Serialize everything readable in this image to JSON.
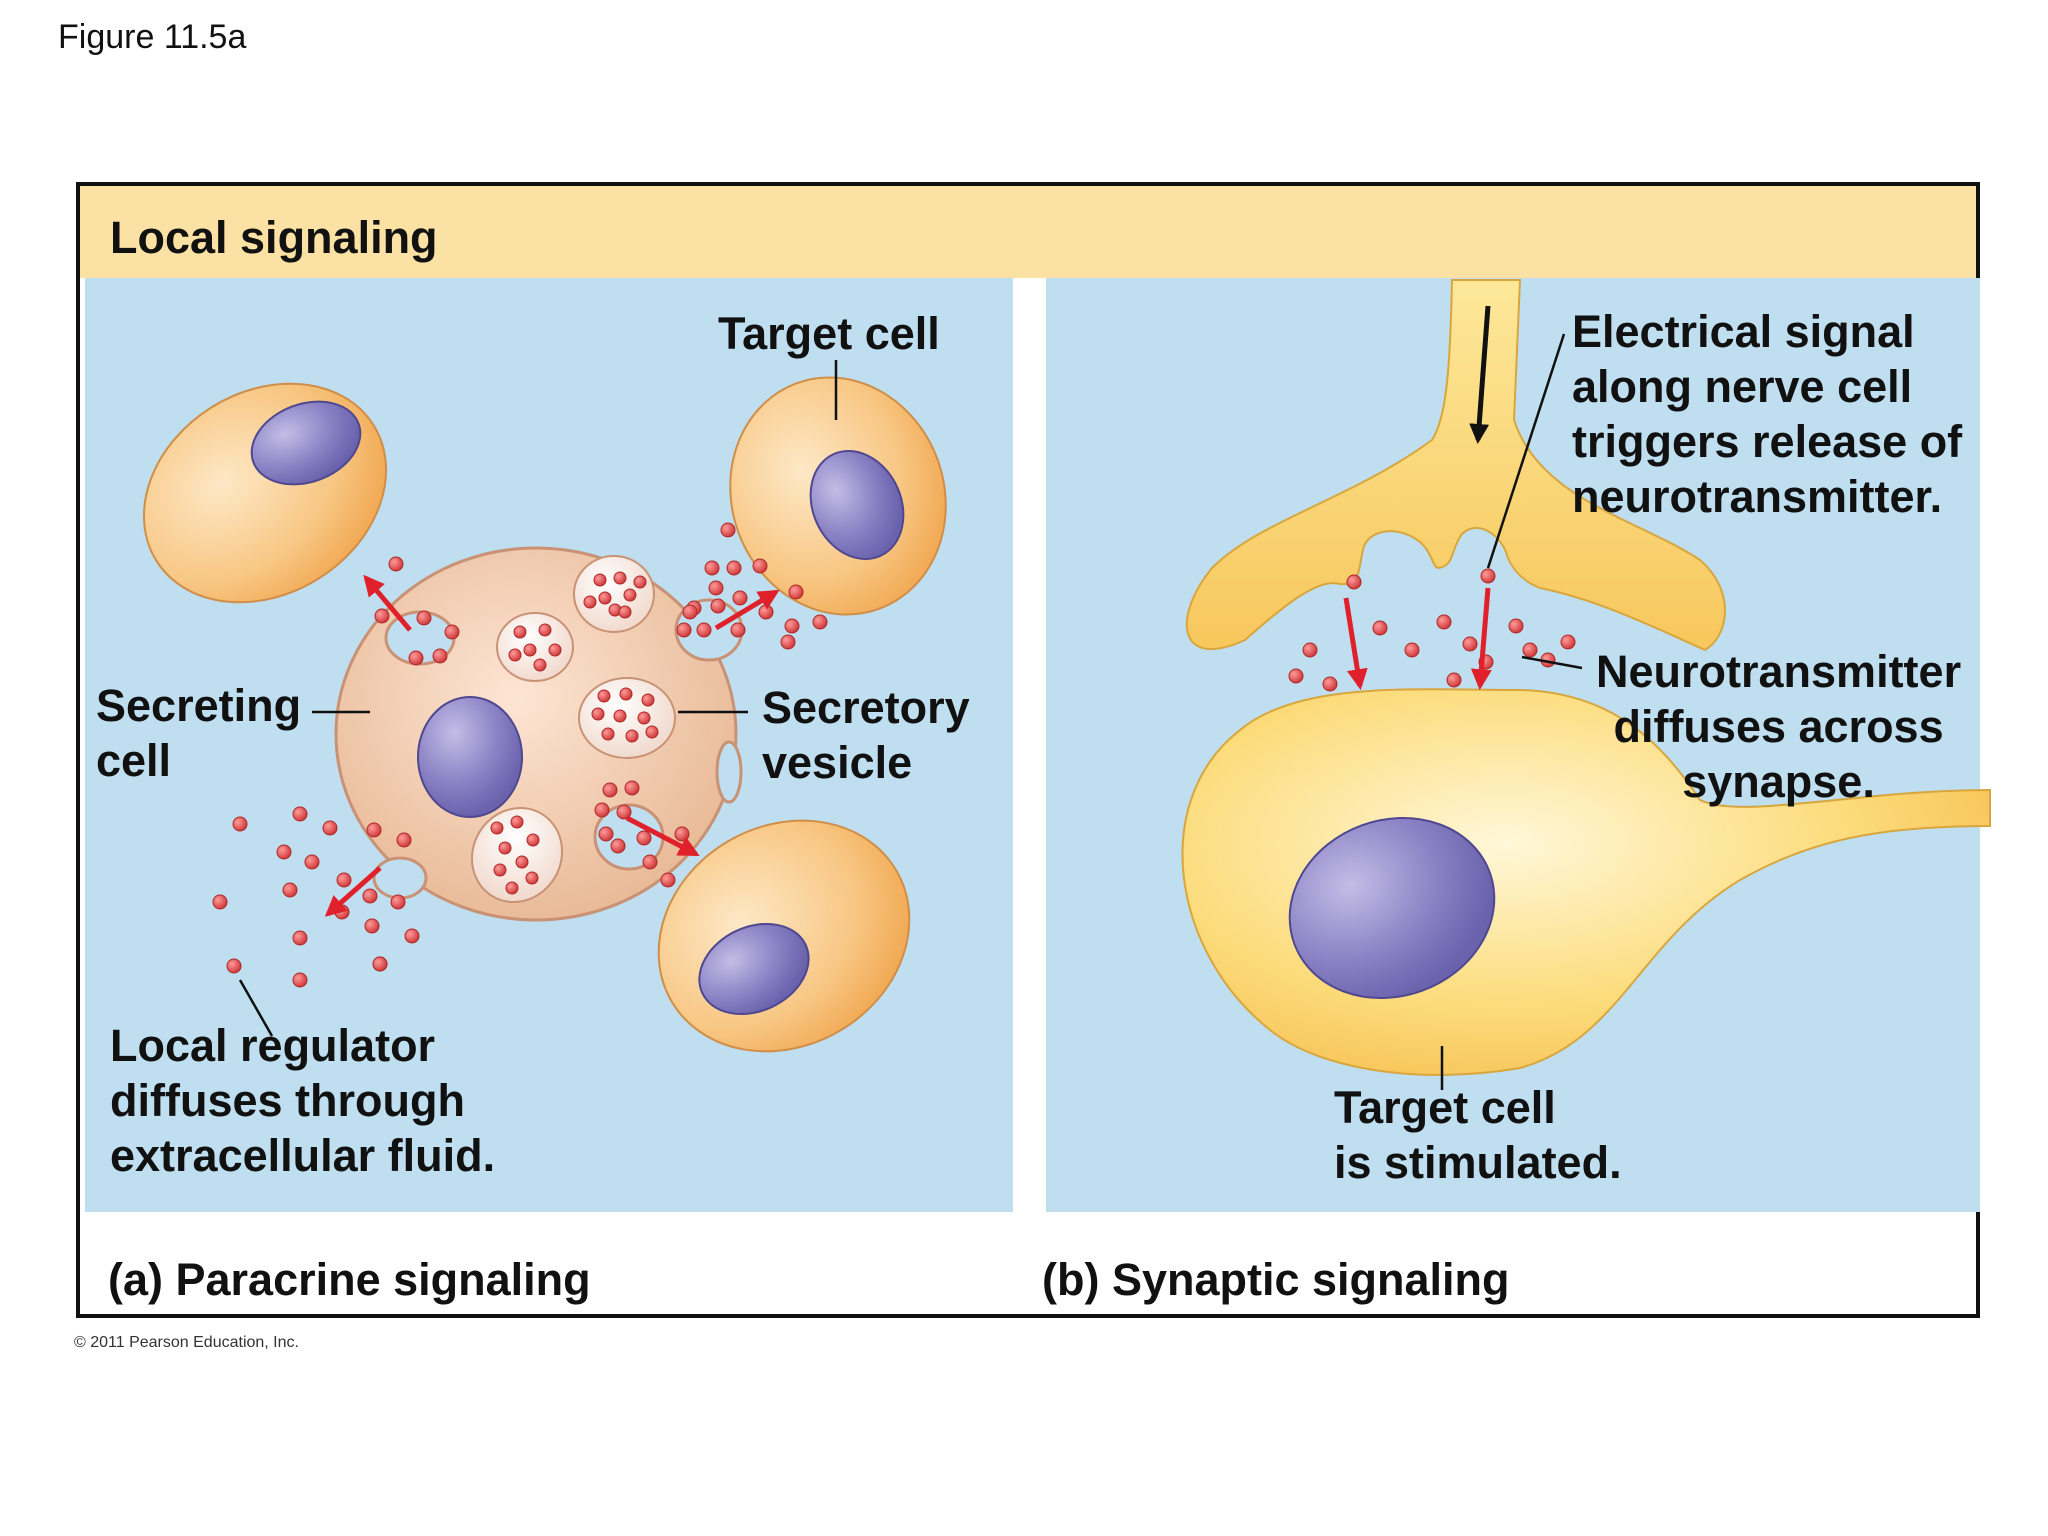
{
  "figure_label": "Figure 11.5a",
  "header": {
    "title": "Local signaling"
  },
  "panel_a": {
    "caption": "(a) Paracrine signaling",
    "labels": {
      "target_cell": "Target cell",
      "secreting_cell": "Secreting\ncell",
      "secretory_vesicle": "Secretory\nvesicle",
      "local_regulator": "Local regulator\ndiffuses through\nextracellular fluid."
    }
  },
  "panel_b": {
    "caption": "(b) Synaptic signaling",
    "labels": {
      "electrical_signal": "Electrical signal\nalong nerve cell\ntriggers release of\nneurotransmitter.",
      "neurotransmitter": "Neurotransmitter\ndiffuses across\nsynapse.",
      "target_cell_stimulated": "Target cell\nis stimulated."
    }
  },
  "copyright": "© 2011 Pearson Education, Inc.",
  "colors": {
    "header_band": "#fce1a4",
    "panel_background": "#bfdeef",
    "cell_fill": "#f8c784",
    "nucleus": "#7c74bb",
    "secreting_cell": "#efc2a2",
    "molecule": "#dd4a4a",
    "arrow": "#e0202a",
    "neuron": "#fbd46a"
  }
}
